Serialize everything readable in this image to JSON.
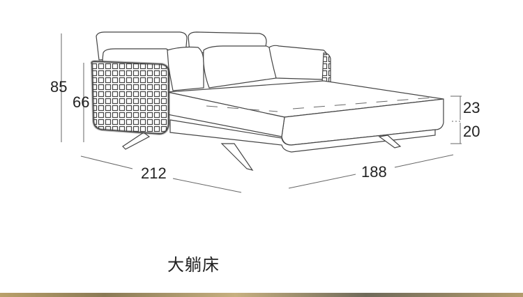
{
  "caption": "大躺床",
  "dimensions": {
    "total_height": "85",
    "back_height": "66",
    "width": "212",
    "depth": "188",
    "cushion_height": "23",
    "base_height": "20"
  },
  "colors": {
    "line": "#555555",
    "text": "#222222"
  }
}
